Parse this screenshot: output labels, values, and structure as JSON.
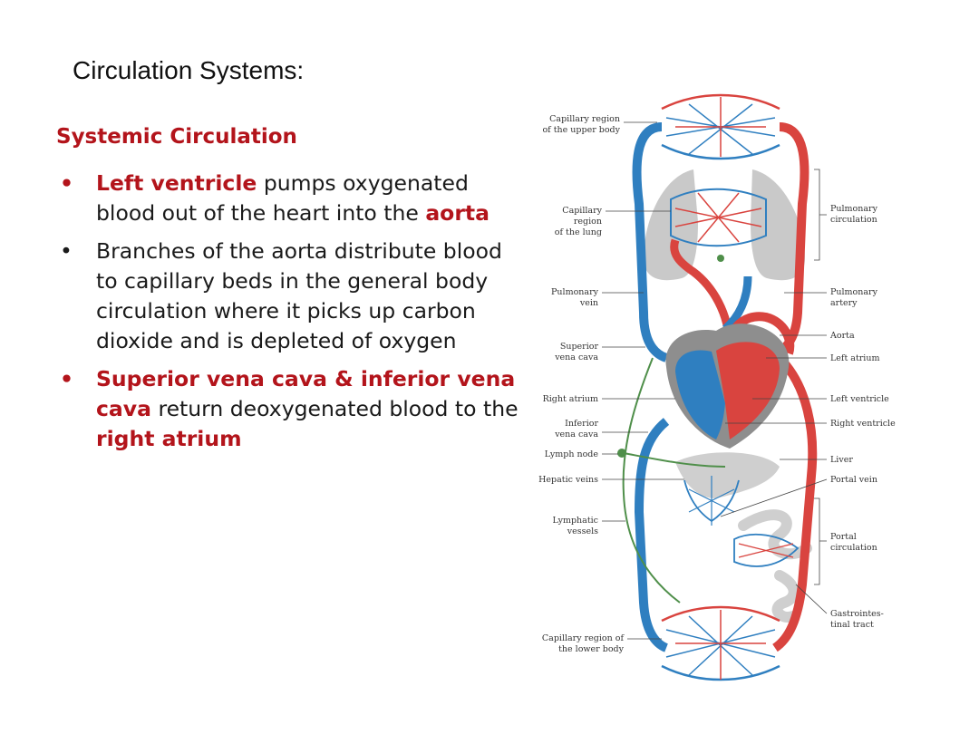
{
  "slide": {
    "title": "Circulation Systems:",
    "subtitle": "Systemic Circulation",
    "bullets": [
      {
        "marker": "•",
        "strong": "Left ventricle",
        "text1": " pumps oxygenated blood out of the heart into the ",
        "strong2": "aorta",
        "text2": ""
      },
      {
        "marker": "•",
        "text": "Branches of the aorta distribute blood to capillary beds in the general body circulation where it picks up carbon dioxide and is depleted of oxygen"
      },
      {
        "marker": "•",
        "strong": "Superior vena cava & inferior vena cava",
        "text1": " return deoxygenated blood to the ",
        "strong2": "right atrium",
        "text2": ""
      }
    ]
  },
  "diagram": {
    "labels_left": {
      "cap_upper_1": "Capillary region",
      "cap_upper_2": "of the upper body",
      "cap_lung_1": "Capillary",
      "cap_lung_2": "region",
      "cap_lung_3": "of the lung",
      "pulm_vein_1": "Pulmonary",
      "pulm_vein_2": "vein",
      "svc_1": "Superior",
      "svc_2": "vena cava",
      "right_atrium": "Right atrium",
      "ivc_1": "Inferior",
      "ivc_2": "vena cava",
      "lymph_node": "Lymph node",
      "hepatic_veins": "Hepatic veins",
      "lymph_vessels_1": "Lymphatic",
      "lymph_vessels_2": "vessels",
      "cap_lower_1": "Capillary region of",
      "cap_lower_2": "the lower body"
    },
    "labels_right": {
      "pulm_circ_1": "Pulmonary",
      "pulm_circ_2": "circulation",
      "pulm_artery_1": "Pulmonary",
      "pulm_artery_2": "artery",
      "aorta": "Aorta",
      "left_atrium": "Left atrium",
      "left_ventricle": "Left ventricle",
      "right_ventricle": "Right ventricle",
      "liver": "Liver",
      "portal_vein": "Portal vein",
      "portal_circ_1": "Portal",
      "portal_circ_2": "circulation",
      "gi_1": "Gastrointes-",
      "gi_2": "tinal tract"
    },
    "colors": {
      "artery": "#d9443f",
      "vein": "#2f7fc0",
      "lymph": "#4f8f4a",
      "organ": "#c9c9c9"
    }
  }
}
